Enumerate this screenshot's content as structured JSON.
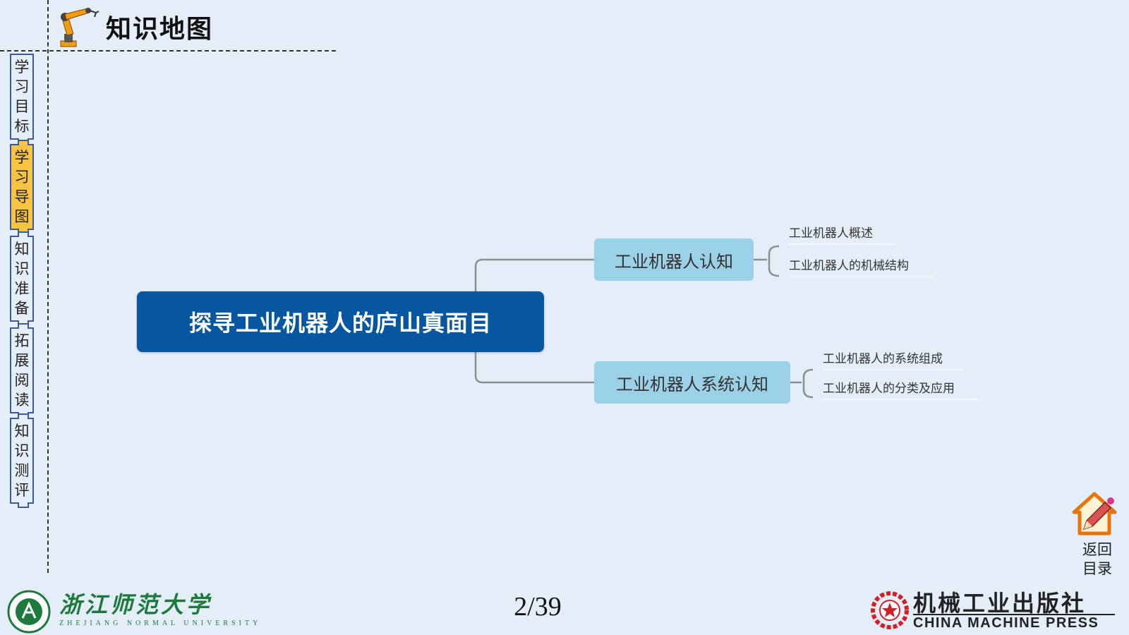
{
  "header": {
    "title": "知识地图",
    "logo_icon": "robot-arm-icon"
  },
  "sidebar": {
    "items": [
      {
        "label": "学习目标",
        "chars": [
          "学",
          "习",
          "目",
          "标"
        ],
        "active": false
      },
      {
        "label": "学习导图",
        "chars": [
          "学",
          "习",
          "导",
          "图"
        ],
        "active": true
      },
      {
        "label": "知识准备",
        "chars": [
          "知",
          "识",
          "准",
          "备"
        ],
        "active": false
      },
      {
        "label": "拓展阅读",
        "chars": [
          "拓",
          "展",
          "阅",
          "读"
        ],
        "active": false
      },
      {
        "label": "知识测评",
        "chars": [
          "知",
          "识",
          "测",
          "评"
        ],
        "active": false
      }
    ]
  },
  "mindmap": {
    "root": "探寻工业机器人的庐山真面目",
    "branches": [
      {
        "label": "工业机器人认知",
        "children": [
          "工业机器人概述",
          "工业机器人的机械结构"
        ]
      },
      {
        "label": "工业机器人系统认知",
        "children": [
          "工业机器人的系统组成",
          "工业机器人的分类及应用"
        ]
      }
    ]
  },
  "home": {
    "label_lines": [
      "返回",
      "目录"
    ],
    "icon": "home-pencil-icon"
  },
  "footer": {
    "page_number": "2/39",
    "university": {
      "name": "浙江师范大学",
      "name_en": "ZHEJIANG NORMAL UNIVERSITY"
    },
    "publisher": {
      "name": "机械工业出版社",
      "name_en": "CHINA MACHINE PRESS"
    }
  },
  "colors": {
    "background": "#e4eef8",
    "root_node": "#0756a0",
    "branch_node": "#9ad1e6",
    "nav_active": "#f7c443",
    "nav_border": "#3d5a96",
    "university_green": "#1e7a3c",
    "publisher_red": "#d32027"
  }
}
